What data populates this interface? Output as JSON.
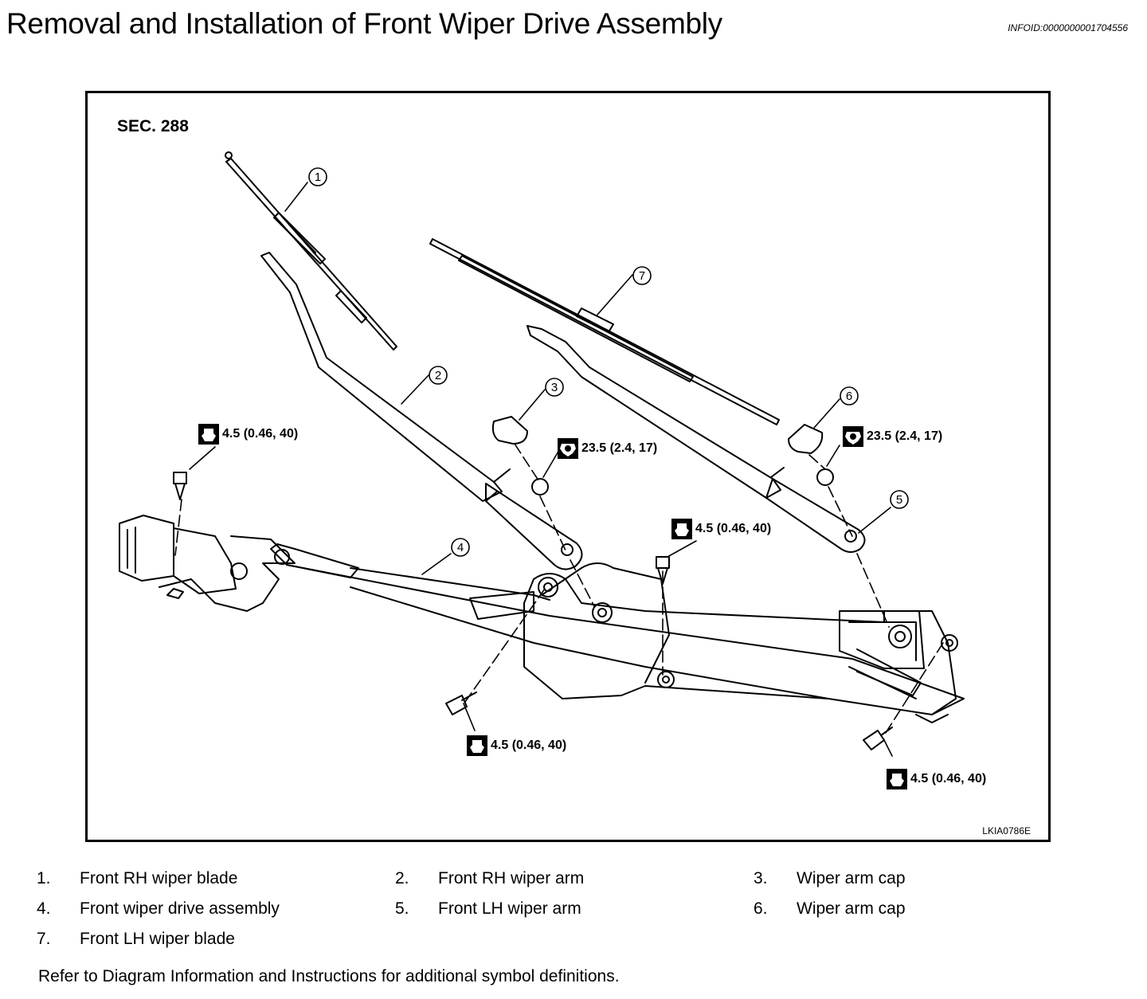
{
  "header": {
    "title": "Removal and Installation of Front Wiper Drive Assembly",
    "infoid": "INFOID:0000000001704556"
  },
  "figure": {
    "section": "SEC. 288",
    "code": "LKIA0786E",
    "callouts": [
      {
        "label": "1",
        "part": "Front RH wiper blade"
      },
      {
        "label": "2",
        "part": "Front RH wiper arm"
      },
      {
        "label": "3",
        "part": "Wiper arm cap"
      },
      {
        "label": "4",
        "part": "Front wiper drive assembly"
      },
      {
        "label": "5",
        "part": "Front LH wiper arm"
      },
      {
        "label": "6",
        "part": "Wiper arm cap"
      },
      {
        "label": "7",
        "part": "Front LH wiper blade"
      }
    ],
    "torques": [
      {
        "icon": "bolt-torque-icon",
        "value": "4.5 (0.46, 40)"
      },
      {
        "icon": "nut-torque-icon",
        "value": "23.5 (2.4, 17)"
      },
      {
        "icon": "nut-torque-icon",
        "value": "23.5 (2.4, 17)"
      },
      {
        "icon": "bolt-torque-icon",
        "value": "4.5 (0.46, 40)"
      },
      {
        "icon": "bolt-torque-icon",
        "value": "4.5 (0.46, 40)"
      },
      {
        "icon": "bolt-torque-icon",
        "value": "4.5 (0.46, 40)"
      }
    ]
  },
  "legend": [
    {
      "num": "1.",
      "text": "Front RH wiper blade"
    },
    {
      "num": "2.",
      "text": "Front RH wiper arm"
    },
    {
      "num": "3.",
      "text": "Wiper arm cap"
    },
    {
      "num": "4.",
      "text": "Front wiper drive assembly"
    },
    {
      "num": "5.",
      "text": "Front LH wiper arm"
    },
    {
      "num": "6.",
      "text": "Wiper arm cap"
    },
    {
      "num": "7.",
      "text": "Front LH wiper blade"
    }
  ],
  "footnote": "Refer to Diagram Information and Instructions for additional  symbol definitions."
}
